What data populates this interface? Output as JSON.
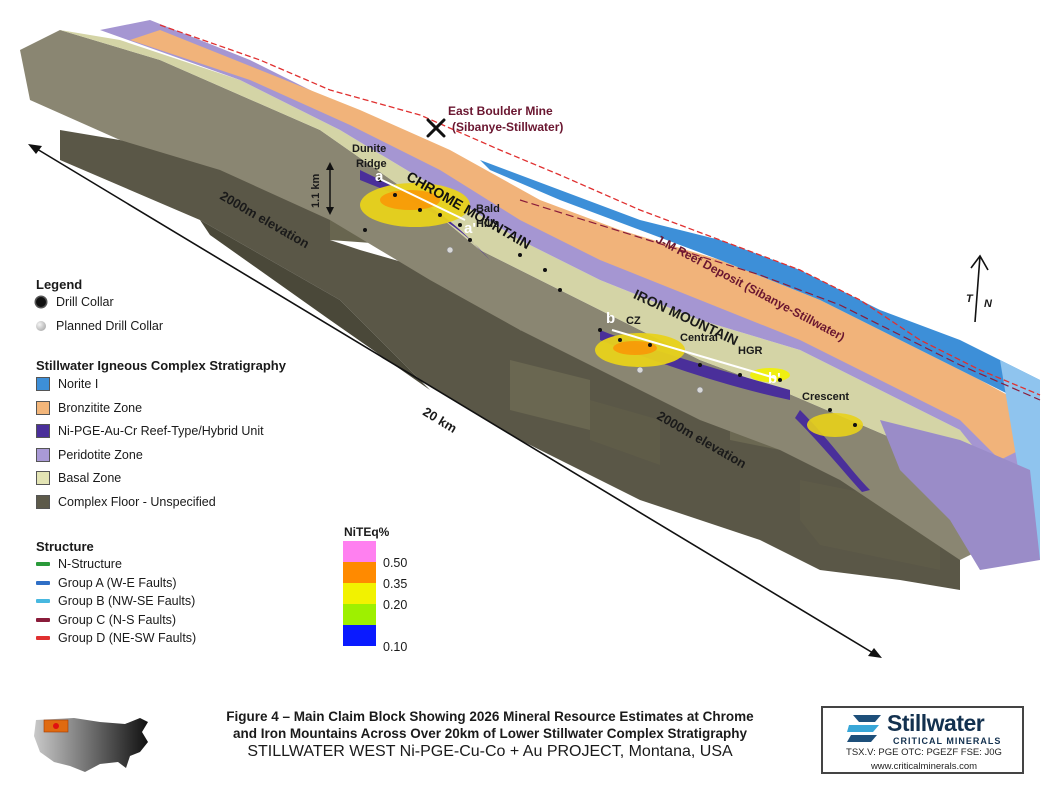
{
  "map_labels": {
    "mine": "East Boulder Mine",
    "mine_owner": "(Sibanye-Stillwater)",
    "dunite_ridge_1": "Dunite",
    "dunite_ridge_2": "Ridge",
    "chrome_mountain": "CHROME MOUNTAIN",
    "bald_hills_1": "Bald",
    "bald_hills_2": "Hills",
    "section_a": "a",
    "section_a_prime": "a'",
    "height_marker": "1.1 km",
    "elevation_left": "2000m elevation",
    "elevation_right": "2000m elevation",
    "jm_reef": "J-M Reef Deposit (Sibanye-Stillwater)",
    "iron_mountain": "IRON MOUNTAIN",
    "section_b": "b",
    "section_b_prime": "b'",
    "cz": "CZ",
    "central": "Central",
    "hgr": "HGR",
    "crescent": "Crescent",
    "distance": "20 km",
    "north": "N",
    "true_north": "T"
  },
  "legend": {
    "title": "Legend",
    "drill_collar": "Drill Collar",
    "planned_drill_collar": "Planned Drill Collar",
    "stratigraphy_title": "Stillwater Igneous Complex Stratigraphy",
    "stratigraphy": [
      {
        "label": "Norite I",
        "color": "#3d8fd8"
      },
      {
        "label": "Bronzitite Zone",
        "color": "#f3b67a"
      },
      {
        "label": "Ni-PGE-Au-Cr Reef-Type/Hybrid Unit",
        "color": "#4a2f9a"
      },
      {
        "label": "Peridotite Zone",
        "color": "#a99ad6"
      },
      {
        "label": "Basal Zone",
        "color": "#e3e4b4"
      },
      {
        "label": "Complex Floor - Unspecified",
        "color": "#5d5a4a"
      }
    ],
    "structure_title": "Structure",
    "structure": [
      {
        "label": "N-Structure",
        "color": "#2a9a3a"
      },
      {
        "label": "Group A (W-E Faults)",
        "color": "#2f6fc6"
      },
      {
        "label": "Group B (NW-SE Faults)",
        "color": "#47b8e0"
      },
      {
        "label": "Group C (N-S Faults)",
        "color": "#8a1c3a"
      },
      {
        "label": "Group D (NE-SW Faults)",
        "color": "#e03030"
      }
    ]
  },
  "grade_scale": {
    "title": "NiTEq%",
    "items": [
      {
        "label": "0.50",
        "color": "#ff80f0"
      },
      {
        "label": "0.35",
        "color": "#ff8a00"
      },
      {
        "label": "0.20",
        "color": "#f2f200"
      },
      {
        "label": "",
        "color": "#9ef000"
      },
      {
        "label": "0.10",
        "color": "#0a1aff"
      }
    ]
  },
  "caption": {
    "line1": "Figure 4 – Main Claim Block Showing 2026 Mineral Resource Estimates at Chrome",
    "line2": "and Iron Mountains Across Over 20km of Lower Stillwater Complex Stratigraphy",
    "line3": "STILLWATER WEST Ni-PGE-Cu-Co + Au PROJECT, Montana, USA"
  },
  "logo": {
    "name": "Stillwater",
    "sub": "CRITICAL MINERALS",
    "tickers": "TSX.V: PGE   OTC: PGEZF   FSE: J0G",
    "website": "www.criticalminerals.com"
  }
}
